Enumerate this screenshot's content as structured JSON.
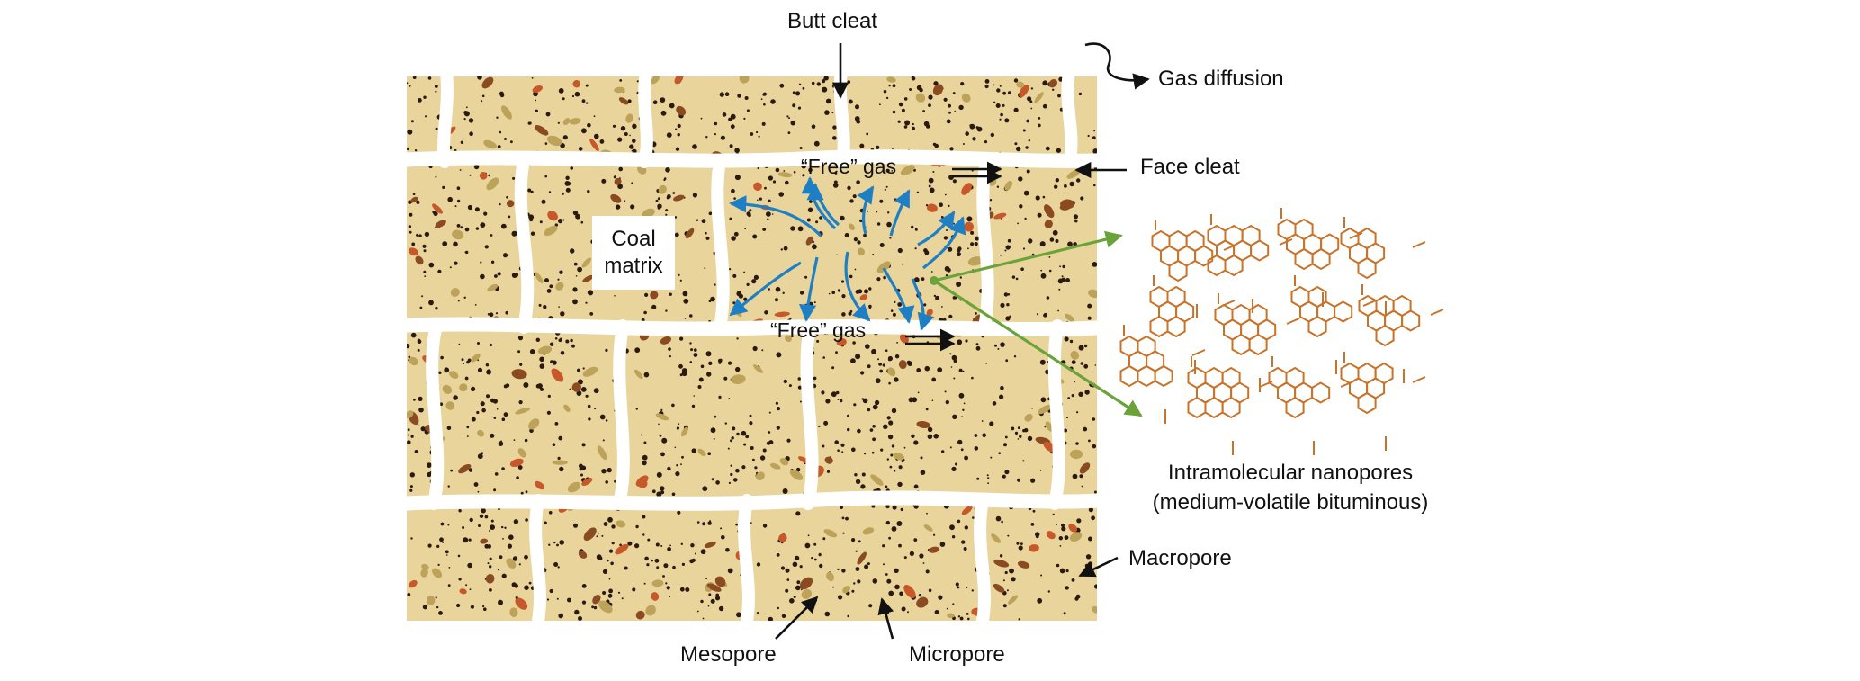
{
  "labels": {
    "butt_cleat": "Butt cleat",
    "gas_diffusion": "Gas diffusion",
    "face_cleat": "Face cleat",
    "coal_matrix_line1": "Coal",
    "coal_matrix_line2": "matrix",
    "free_gas_top": "“Free” gas",
    "free_gas_bottom": "“Free” gas",
    "nanopores_line1": "Intramolecular nanopores",
    "nanopores_line2": "(medium-volatile bituminous)",
    "macropore": "Macropore",
    "mesopore": "Mesopore",
    "micropore": "Micropore"
  },
  "colors": {
    "matrix_fill": "#e9d49c",
    "cleat": "#ffffff",
    "dot_dark": "#2a1a10",
    "dot_brown": "#8a4a22",
    "dot_orange": "#c6582a",
    "dot_olive": "#bda35a",
    "diffusion_arrow": "#1f7fc4",
    "leader_arrow": "#6aa33a",
    "molecule": "#c8732a",
    "text": "#111111"
  }
}
